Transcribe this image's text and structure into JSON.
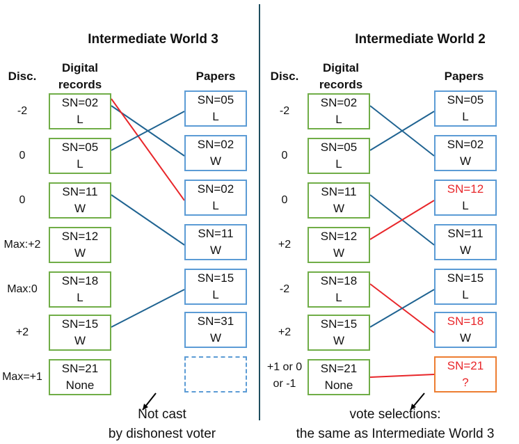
{
  "left": {
    "title": "Intermediate World 3",
    "disc_header": "Disc.",
    "digital_header": [
      "Digital",
      "records"
    ],
    "papers_header": "Papers",
    "rows": [
      {
        "disc": "-2",
        "sn": "SN=02",
        "val": "L"
      },
      {
        "disc": "0",
        "sn": "SN=05",
        "val": "L"
      },
      {
        "disc": "0",
        "sn": "SN=11",
        "val": "W"
      },
      {
        "disc": "Max:+2",
        "sn": "SN=12",
        "val": "W"
      },
      {
        "disc": "Max:0",
        "sn": "SN=18",
        "val": "L"
      },
      {
        "disc": "+2",
        "sn": "SN=15",
        "val": "W"
      },
      {
        "disc": "Max=+1",
        "sn": "SN=21",
        "val": "None"
      }
    ],
    "papers": [
      {
        "sn": "SN=05",
        "val": "L",
        "style": "blue"
      },
      {
        "sn": "SN=02",
        "val": "W",
        "style": "blue"
      },
      {
        "sn": "SN=02",
        "val": "L",
        "style": "blue"
      },
      {
        "sn": "SN=11",
        "val": "W",
        "style": "blue"
      },
      {
        "sn": "SN=15",
        "val": "L",
        "style": "blue"
      },
      {
        "sn": "SN=31",
        "val": "W",
        "style": "blue"
      },
      {
        "sn": "",
        "val": "",
        "style": "dashed"
      }
    ],
    "links": [
      {
        "from": 0,
        "to": 1,
        "color": "#1f6391"
      },
      {
        "from": 0,
        "to": 2,
        "color": "#e8262a"
      },
      {
        "from": 1,
        "to": 0,
        "color": "#1f6391"
      },
      {
        "from": 2,
        "to": 3,
        "color": "#1f6391"
      },
      {
        "from": 5,
        "to": 4,
        "color": "#1f6391"
      }
    ],
    "note": [
      "Not cast",
      "by dishonest voter"
    ]
  },
  "right": {
    "title": "Intermediate World 2",
    "disc_header": "Disc.",
    "digital_header": [
      "Digital",
      "records"
    ],
    "papers_header": "Papers",
    "rows": [
      {
        "disc": "-2",
        "sn": "SN=02",
        "val": "L"
      },
      {
        "disc": "0",
        "sn": "SN=05",
        "val": "L"
      },
      {
        "disc": "0",
        "sn": "SN=11",
        "val": "W"
      },
      {
        "disc": "+2",
        "sn": "SN=12",
        "val": "W"
      },
      {
        "disc": "-2",
        "sn": "SN=18",
        "val": "L"
      },
      {
        "disc": "+2",
        "sn": "SN=15",
        "val": "W"
      },
      {
        "disc": "+1 or 0|or -1",
        "sn": "SN=21",
        "val": "None"
      }
    ],
    "papers": [
      {
        "sn": "SN=05",
        "val": "L",
        "style": "blue"
      },
      {
        "sn": "SN=02",
        "val": "W",
        "style": "blue"
      },
      {
        "sn": "SN=12",
        "val": "L",
        "style": "blue-redsn"
      },
      {
        "sn": "SN=11",
        "val": "W",
        "style": "blue"
      },
      {
        "sn": "SN=15",
        "val": "L",
        "style": "blue"
      },
      {
        "sn": "SN=18",
        "val": "W",
        "style": "blue-redsn"
      },
      {
        "sn": "SN=21",
        "val": "?",
        "style": "orange-red"
      }
    ],
    "links": [
      {
        "from": 0,
        "to": 1,
        "color": "#1f6391"
      },
      {
        "from": 1,
        "to": 0,
        "color": "#1f6391"
      },
      {
        "from": 2,
        "to": 3,
        "color": "#1f6391"
      },
      {
        "from": 3,
        "to": 2,
        "color": "#e8262a"
      },
      {
        "from": 4,
        "to": 5,
        "color": "#e8262a"
      },
      {
        "from": 5,
        "to": 4,
        "color": "#1f6391"
      },
      {
        "from": 6,
        "to": 6,
        "color": "#e8262a"
      }
    ],
    "note": [
      "vote selections:",
      "the same as Intermediate World 3"
    ]
  },
  "colors": {
    "divider": "#1f4e5f",
    "link_blue": "#1f6391",
    "link_red": "#e8262a",
    "record_border": "#70ad47",
    "paper_border": "#5b9bd5",
    "unknown_border": "#ed7d31"
  }
}
